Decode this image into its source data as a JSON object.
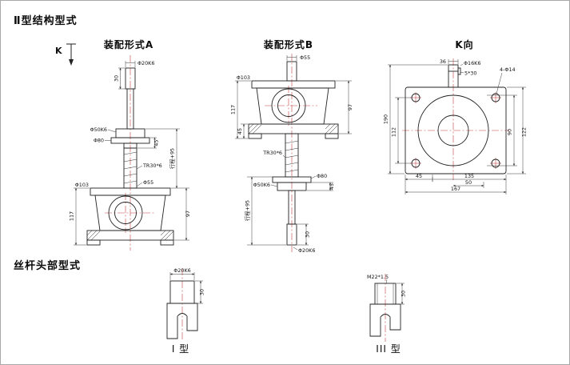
{
  "colors": {
    "line": "#222222",
    "centerline": "#c04040",
    "dim_text": "#111111",
    "background": "#ffffff",
    "border": "#a8a8a8"
  },
  "headings": {
    "structure_type": "Ⅱ型结构型式",
    "screw_head_type": "丝杆头部型式"
  },
  "labels": {
    "k_arrow": "K",
    "assembly_a": "装配形式A",
    "assembly_b": "装配形式B",
    "k_view": "K向",
    "type_i": "I 型",
    "type_iii": "III 型"
  },
  "dims": {
    "assembly_a": {
      "shaft_dia": "Φ20K6",
      "shaft_len": "30",
      "flange_dia": "Φ50K6",
      "plate_dia": "Φ80",
      "flange_height": "45",
      "screw_thread": "TR30*6",
      "neck_dia": "Φ55",
      "housing_dia": "Φ103",
      "housing_height": "117",
      "travel": "行程+95",
      "body_height": "97"
    },
    "assembly_b": {
      "neck_dia": "Φ55",
      "housing_dia": "Φ103",
      "housing_height": "117",
      "base_height": "45",
      "body_height": "97",
      "screw_thread": "TR30*6",
      "plate_dia": "Φ80",
      "flange_dia": "Φ50K6",
      "flange_height": "45",
      "travel": "行程+95",
      "shaft_len": "30",
      "shaft_dia": "Φ20K6"
    },
    "k_view": {
      "shaft_dia": "Φ16K6",
      "key": "5*30",
      "shaft_width": "36",
      "corner_holes": "4-Φ14",
      "overall_height": "190",
      "inner_height": "112",
      "bore_height": "90",
      "right_height": "122",
      "foot_offset": "45",
      "hole_span": "135",
      "edge_offset": "50",
      "overall_width": "167"
    },
    "type_i": {
      "dia": "Φ20K6",
      "len": "30"
    },
    "type_iii": {
      "thread": "M22*1.5",
      "len": "30"
    }
  }
}
